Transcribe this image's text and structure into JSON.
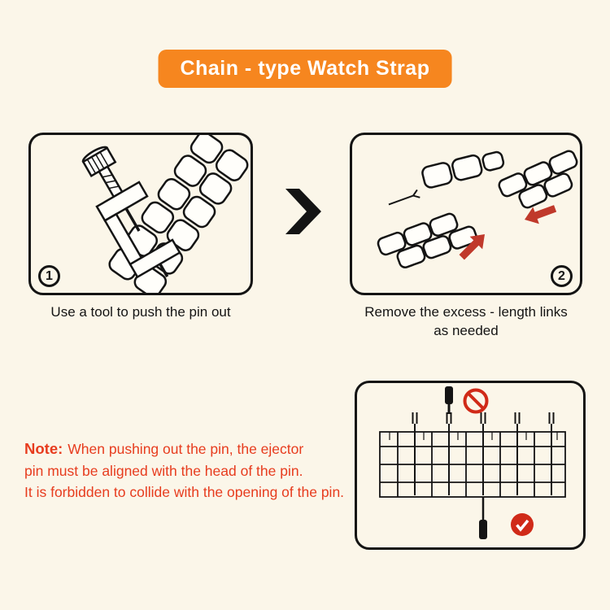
{
  "page": {
    "background_color": "#fbf6e9"
  },
  "title": {
    "label": "Chain - type Watch Strap",
    "bg_color": "#f6861f",
    "text_color": "#ffffff"
  },
  "steps": [
    {
      "number": "1",
      "caption": "Use a tool to push the pin out"
    },
    {
      "number": "2",
      "caption_line1": "Remove the excess - length links",
      "caption_line2": "as needed"
    }
  ],
  "note": {
    "label": "Note:",
    "line1": "When pushing out the pin, the ejector",
    "line2": "pin must be aligned with the head of the pin.",
    "line3": "It is forbidden to collide with the opening of the pin.",
    "color": "#e73c1e"
  },
  "icons": {
    "next_step": "chevron-right-icon",
    "wrong": "prohibition-circle-icon",
    "correct": "check-circle-icon"
  },
  "colors": {
    "outline": "#141414",
    "arrow_red": "#c0392b",
    "icon_red": "#d02a18",
    "accent_orange": "#f6861f"
  }
}
